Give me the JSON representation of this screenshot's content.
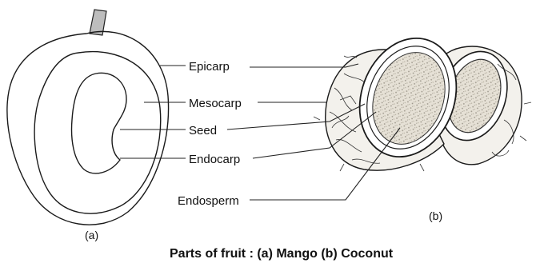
{
  "labels": {
    "epicarp": "Epicarp",
    "mesocarp": "Mesocarp",
    "seed": "Seed",
    "endocarp": "Endocarp",
    "endosperm": "Endosperm"
  },
  "sub_a": "(a)",
  "sub_b": "(b)",
  "caption": "Parts of fruit : (a) Mango (b) Coconut"
}
